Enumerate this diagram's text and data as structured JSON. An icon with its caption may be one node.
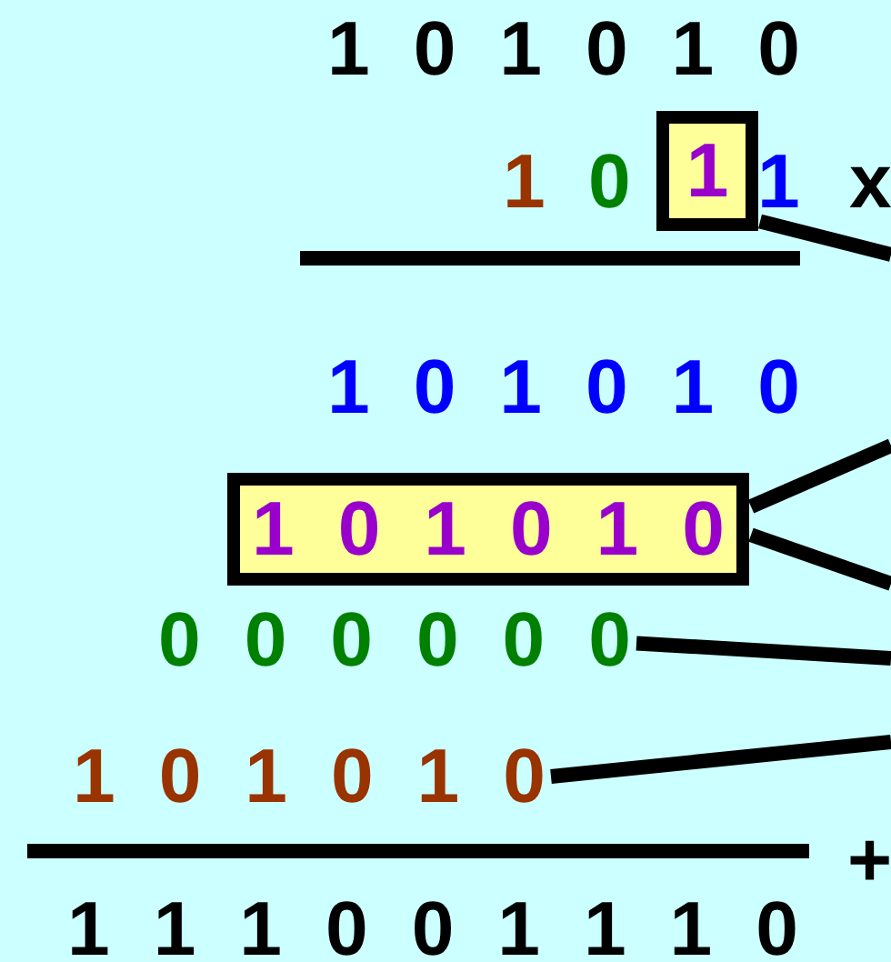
{
  "diagram": {
    "nodes": [
      {
        "text": [
          "1"
        ]
      },
      {
        "text": [
          "1 0 1 0 1 0"
        ]
      },
      {
        "text": [
          "0 0 0 0 0 0"
        ]
      },
      {
        "text": [
          "1 0 1 0 1 0"
        ]
      }
    ],
    "edges": [
      {
        "from": 0,
        "to": null,
        "arrow": "none"
      },
      {
        "from": 1,
        "to": null,
        "arrow": "none"
      },
      {
        "from": 1,
        "to": null,
        "arrow": "none"
      },
      {
        "from": 2,
        "to": null,
        "arrow": "none"
      },
      {
        "from": 3,
        "to": null,
        "arrow": "none"
      }
    ],
    "labels": [
      "1 0 1 0 1 0",
      "1",
      "0",
      "1",
      "x",
      "1 0 1 0 1 0",
      "+",
      "1 1 1 0 0 1 1 1 0"
    ]
  }
}
